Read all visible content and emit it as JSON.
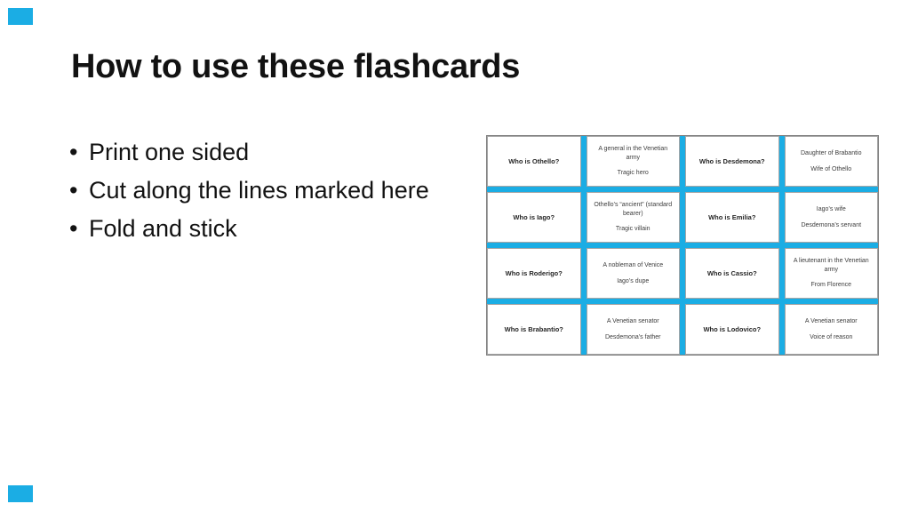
{
  "colors": {
    "accent": "#1BADE4",
    "grid_outer_border": "#7F7F7F",
    "cell_border": "#A6A6A6",
    "text": "#121212"
  },
  "slide": {
    "title": "How to use these flashcards",
    "bullet_glyph": "•",
    "bullets": [
      "Print one sided",
      "Cut along the lines marked here",
      "Fold and stick"
    ]
  },
  "flashcards": {
    "cells": [
      {
        "q": "Who is Othello?"
      },
      {
        "a1": "A general in the Venetian army",
        "a2": "Tragic hero"
      },
      {
        "q": "Who is Desdemona?"
      },
      {
        "a1": "Daughter of Brabantio",
        "a2": "Wife of Othello"
      },
      {
        "q": "Who is Iago?"
      },
      {
        "a1": "Othello’s “ancient” (standard bearer)",
        "a2": "Tragic villain"
      },
      {
        "q": "Who is Emilia?"
      },
      {
        "a1": "Iago’s wife",
        "a2": "Desdemona’s servant"
      },
      {
        "q": "Who is Roderigo?"
      },
      {
        "a1": "A nobleman of Venice",
        "a2": "Iago’s dupe"
      },
      {
        "q": "Who is Cassio?"
      },
      {
        "a1": "A lieutenant in the Venetian army",
        "a2": "From Florence"
      },
      {
        "q": "Who is Brabantio?"
      },
      {
        "a1": "A Venetian senator",
        "a2": "Desdemona’s father"
      },
      {
        "q": "Who is Lodovico?"
      },
      {
        "a1": "A Venetian senator",
        "a2": "Voice of reason"
      }
    ]
  }
}
